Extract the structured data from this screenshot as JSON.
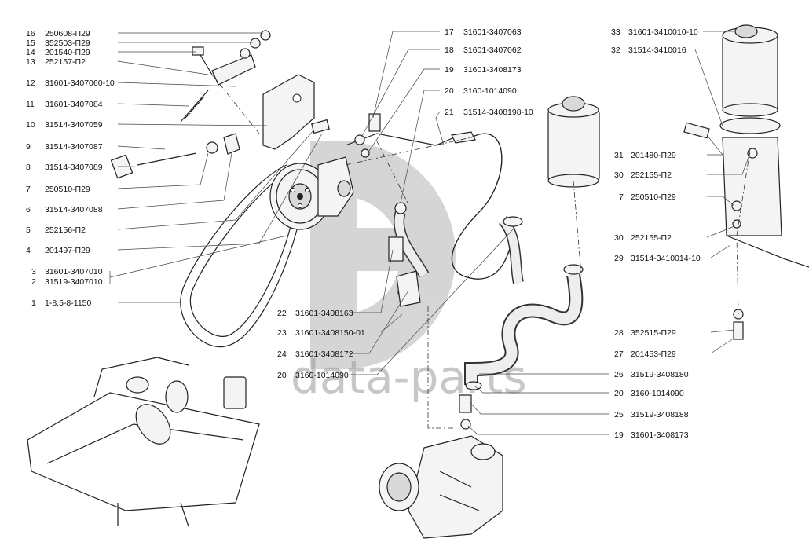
{
  "watermark": {
    "text": "data-parts",
    "color": "#9a9a9a"
  },
  "callouts_left": [
    {
      "num": "16",
      "part": "250608-П29"
    },
    {
      "num": "15",
      "part": "352503-П29"
    },
    {
      "num": "14",
      "part": "201540-П29"
    },
    {
      "num": "13",
      "part": "252157-П2"
    },
    {
      "num": "12",
      "part": "31601-3407060-10"
    },
    {
      "num": "11",
      "part": "31601-3407084"
    },
    {
      "num": "10",
      "part": "31514-3407059"
    },
    {
      "num": "9",
      "part": "31514-3407087"
    },
    {
      "num": "8",
      "part": "31514-3407089"
    },
    {
      "num": "7",
      "part": "250510-П29"
    },
    {
      "num": "6",
      "part": "31514-3407088"
    },
    {
      "num": "5",
      "part": "252156-П2"
    },
    {
      "num": "4",
      "part": "201497-П29"
    },
    {
      "num": "3",
      "part": "31601-3407010"
    },
    {
      "num": "2",
      "part": "31519-3407010"
    },
    {
      "num": "1",
      "part": "1-8,5-8-1150"
    }
  ],
  "callouts_mid_top": [
    {
      "num": "17",
      "part": "31601-3407063"
    },
    {
      "num": "18",
      "part": "31601-3407062"
    },
    {
      "num": "19",
      "part": "31601-3408173"
    },
    {
      "num": "20",
      "part": "3160-1014090"
    },
    {
      "num": "21",
      "part": "31514-3408198-10"
    }
  ],
  "callouts_mid_bottom": [
    {
      "num": "22",
      "part": "31601-3408163"
    },
    {
      "num": "23",
      "part": "31601-3408150-01"
    },
    {
      "num": "24",
      "part": "31601-3408172"
    },
    {
      "num": "20",
      "part": "3160-1014090"
    }
  ],
  "callouts_right": [
    {
      "num": "33",
      "part": "31601-3410010-10"
    },
    {
      "num": "32",
      "part": "31514-3410016"
    },
    {
      "num": "31",
      "part": "201480-П29"
    },
    {
      "num": "30",
      "part": "252155-П2"
    },
    {
      "num": "7",
      "part": "250510-П29"
    },
    {
      "num": "30",
      "part": "252155-П2"
    },
    {
      "num": "29",
      "part": "31514-3410014-10"
    },
    {
      "num": "28",
      "part": "352515-П29"
    },
    {
      "num": "27",
      "part": "201453-П29"
    }
  ],
  "callouts_lower_right": [
    {
      "num": "26",
      "part": "31519-3408180"
    },
    {
      "num": "20",
      "part": "3160-1014090"
    },
    {
      "num": "25",
      "part": "31519-3408188"
    },
    {
      "num": "19",
      "part": "31601-3408173"
    }
  ]
}
